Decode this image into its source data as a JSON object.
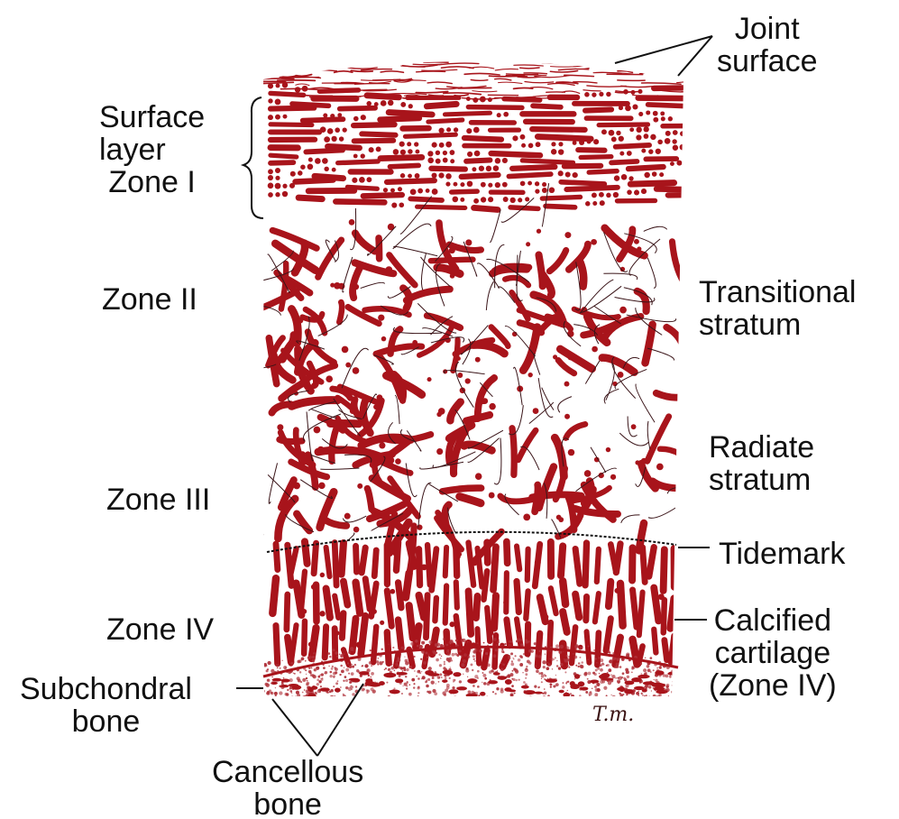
{
  "colors": {
    "fiber": "#a8141b",
    "fine_fiber": "#3a1418",
    "leader": "#111111",
    "bone_dots": "#b0323a"
  },
  "labels": {
    "joint_surface": [
      "Joint",
      "surface"
    ],
    "surface_layer": [
      "Surface",
      "layer",
      "Zone I"
    ],
    "zone_ii": "Zone II",
    "transitional_stratum": [
      "Transitional",
      "stratum"
    ],
    "radiate_stratum": [
      "Radiate",
      "stratum"
    ],
    "zone_iii": "Zone III",
    "tidemark": "Tidemark",
    "zone_iv": "Zone IV",
    "calcified_cartilage": [
      "Calcified",
      "cartilage",
      "(Zone IV)"
    ],
    "subchondral_bone": [
      "Subchondral",
      "bone"
    ],
    "cancellous_bone": [
      "Cancellous",
      "bone"
    ]
  },
  "artist_signature": "T.m."
}
